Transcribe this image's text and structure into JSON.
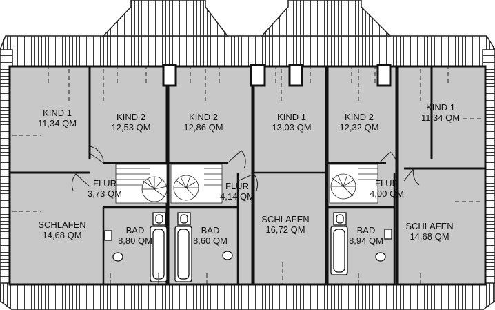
{
  "rooms": [
    {
      "name": "KIND 1",
      "area": "11,34 QM"
    },
    {
      "name": "KIND 2",
      "area": "12,53 QM"
    },
    {
      "name": "KIND 2",
      "area": "12,86 QM"
    },
    {
      "name": "KIND 1",
      "area": "13,03 QM"
    },
    {
      "name": "KIND 2",
      "area": "12,32 QM"
    },
    {
      "name": "KIND 1",
      "area": "11,34 QM"
    },
    {
      "name": "FLUR",
      "area": "3,73 QM"
    },
    {
      "name": "FLUR",
      "area": "4,14 QM"
    },
    {
      "name": "FLUR",
      "area": "4,00 QM"
    },
    {
      "name": "SCHLAFEN",
      "area": "14,68 QM"
    },
    {
      "name": "BAD",
      "area": "8,80 QM"
    },
    {
      "name": "BAD",
      "area": "8,60 QM"
    },
    {
      "name": "SCHLAFEN",
      "area": "16,72 QM"
    },
    {
      "name": "BAD",
      "area": "8,94 QM"
    },
    {
      "name": "SCHLAFEN",
      "area": "14,68 QM"
    }
  ]
}
